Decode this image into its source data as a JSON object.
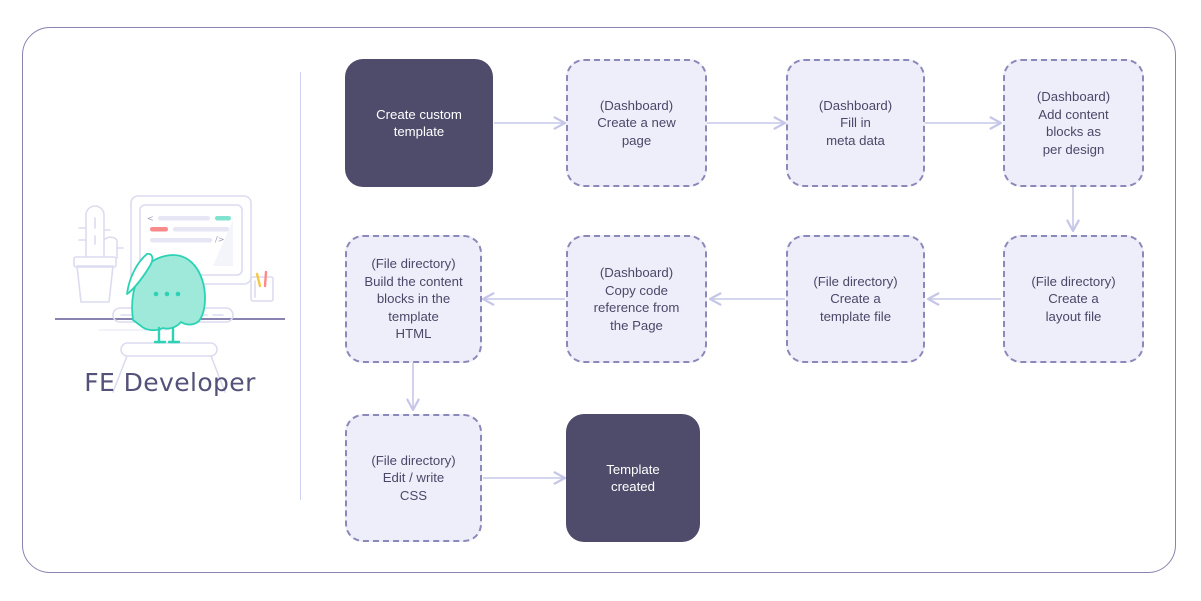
{
  "illustration": {
    "caption": "FE Developer",
    "character_color": "#7fe3cf",
    "monitor_accent_green": "#7fe3cf",
    "monitor_accent_red": "#fd8a8a",
    "pencil_yellow": "#f5c842",
    "pencil_pink": "#fd8a8a",
    "line_color": "#dcdcf0"
  },
  "theme": {
    "frame_border": "#8883b0",
    "divider": "#ced0ee",
    "solid_node_bg": "#4f4c6b",
    "solid_node_text": "#ffffff",
    "dashed_node_bg": "#eeeefa",
    "dashed_node_border": "#8b88ba",
    "dashed_node_text": "#4a4868",
    "arrow_color": "#c6c7e8"
  },
  "flow": {
    "nodes": [
      {
        "id": "create-custom-template",
        "type": "solid",
        "label": "Create custom\ntemplate"
      },
      {
        "id": "create-a-new-page",
        "type": "dashed",
        "label": "(Dashboard)\nCreate a new\npage"
      },
      {
        "id": "fill-in-meta-data",
        "type": "dashed",
        "label": "(Dashboard)\nFill in\nmeta data"
      },
      {
        "id": "add-content-blocks",
        "type": "dashed",
        "label": "(Dashboard)\nAdd content\nblocks as\nper design"
      },
      {
        "id": "create-a-layout-file",
        "type": "dashed",
        "label": "(File directory)\nCreate a\nlayout file"
      },
      {
        "id": "create-a-template-file",
        "type": "dashed",
        "label": "(File directory)\nCreate a\ntemplate file"
      },
      {
        "id": "copy-code-reference",
        "type": "dashed",
        "label": "(Dashboard)\nCopy code\nreference from\nthe Page"
      },
      {
        "id": "build-content-blocks",
        "type": "dashed",
        "label": "(File directory)\nBuild the content\nblocks in the\ntemplate\nHTML"
      },
      {
        "id": "edit-write-css",
        "type": "dashed",
        "label": "(File directory)\nEdit / write\nCSS"
      },
      {
        "id": "template-created",
        "type": "solid",
        "label": "Template\ncreated"
      }
    ]
  }
}
